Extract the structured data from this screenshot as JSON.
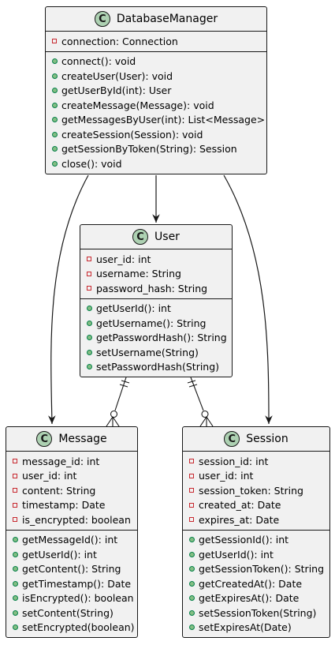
{
  "classes": [
    {
      "id": "DatabaseManager",
      "badge": "C",
      "name": "DatabaseManager",
      "fields": [
        "connection: Connection"
      ],
      "methods": [
        "connect(): void",
        "createUser(User): void",
        "getUserById(int): User",
        "createMessage(Message): void",
        "getMessagesByUser(int): List<Message>",
        "createSession(Session): void",
        "getSessionByToken(String): Session",
        "close(): void"
      ]
    },
    {
      "id": "User",
      "badge": "C",
      "name": "User",
      "fields": [
        "user_id: int",
        "username: String",
        "password_hash: String"
      ],
      "methods": [
        "getUserId(): int",
        "getUsername(): String",
        "getPasswordHash(): String",
        "setUsername(String)",
        "setPasswordHash(String)"
      ]
    },
    {
      "id": "Message",
      "badge": "C",
      "name": "Message",
      "fields": [
        "message_id: int",
        "user_id: int",
        "content: String",
        "timestamp: Date",
        "is_encrypted: boolean"
      ],
      "methods": [
        "getMessageId(): int",
        "getUserId(): int",
        "getContent(): String",
        "getTimestamp(): Date",
        "isEncrypted(): boolean",
        "setContent(String)",
        "setEncrypted(boolean)"
      ]
    },
    {
      "id": "Session",
      "badge": "C",
      "name": "Session",
      "fields": [
        "session_id: int",
        "user_id: int",
        "session_token: String",
        "created_at: Date",
        "expires_at: Date"
      ],
      "methods": [
        "getSessionId(): int",
        "getUserId(): int",
        "getSessionToken(): String",
        "getCreatedAt(): Date",
        "getExpiresAt(): Date",
        "setSessionToken(String)",
        "setExpiresAt(Date)"
      ]
    }
  ],
  "relations": [
    {
      "from": "DatabaseManager",
      "to": "Message",
      "type": "dependency"
    },
    {
      "from": "DatabaseManager",
      "to": "User",
      "type": "dependency"
    },
    {
      "from": "DatabaseManager",
      "to": "Session",
      "type": "dependency"
    },
    {
      "from": "User",
      "to": "Message",
      "type": "one-to-zero-or-many"
    },
    {
      "from": "User",
      "to": "Session",
      "type": "one-to-zero-or-many"
    }
  ],
  "colors": {
    "box_fill": "#f1f1f1",
    "border": "#181818",
    "badge": "#add1b2",
    "private_marker": "#c82930",
    "public_marker": "#84be84"
  }
}
